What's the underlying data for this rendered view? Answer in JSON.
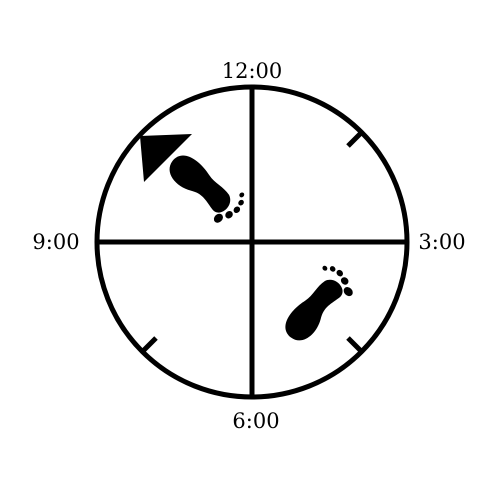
{
  "clock_labels": {
    "top": "12:00",
    "right": "3:00",
    "bottom": "6:00",
    "left": "9:00"
  },
  "icons": {
    "footprint_upper_left": "footprint-icon",
    "footprint_lower_right": "footprint-icon",
    "direction_arrow": "arrow-up-left-icon"
  },
  "colors": {
    "stroke": "#000000",
    "background": "#ffffff"
  }
}
